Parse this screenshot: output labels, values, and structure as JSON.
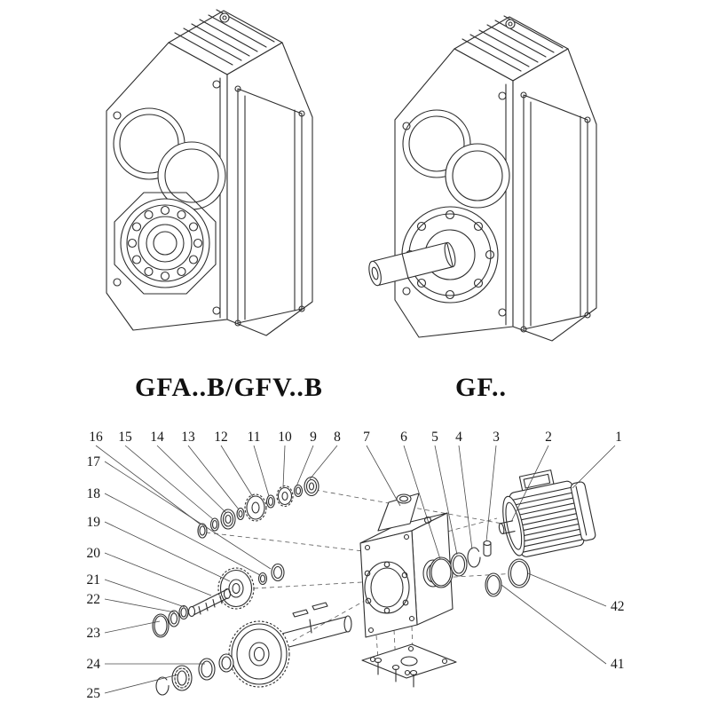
{
  "captions": {
    "left": "GFA..B/GFV..B",
    "right": "GF.."
  },
  "callouts": {
    "top": [
      "16",
      "15",
      "14",
      "13",
      "12",
      "11",
      "10",
      "9",
      "8",
      "7",
      "6",
      "5",
      "4",
      "3",
      "2",
      "1"
    ],
    "left": [
      "17",
      "18",
      "19",
      "20",
      "21",
      "22",
      "23",
      "24",
      "25"
    ],
    "right": [
      "42",
      "41"
    ]
  },
  "colors": {
    "line": "#2e2e2e",
    "leader": "#4a4a4a",
    "background": "#ffffff"
  }
}
